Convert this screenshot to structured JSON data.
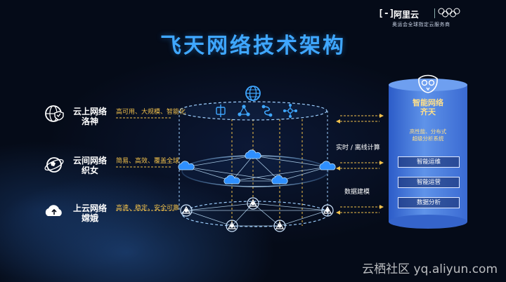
{
  "logo": {
    "name": "阿里云",
    "subtitle": "奥运会全球指定云服务商"
  },
  "title": "飞天网络技术架构",
  "layers": [
    {
      "name": "云上网络\n洛神",
      "features": "高可用、大规模、智能化"
    },
    {
      "name": "云间网络\n织女",
      "features": "简易、高效、覆盖全球"
    },
    {
      "name": "上云网络\n嫦娥",
      "features": "高速、稳定、安全可靠"
    }
  ],
  "connectors": {
    "realtime": "实时 / 离线计算",
    "modeling": "数据建模"
  },
  "smart_network": {
    "title": "智能网络\n齐天",
    "description": "高性能、分布式\n超级分析系统",
    "modules": [
      "智能运维",
      "智能运营",
      "数据分析"
    ]
  },
  "watermark": "云栖社区 yq.aliyun.com",
  "colors": {
    "accent_blue": "#3fa7ff",
    "gold": "#f2c14b",
    "dashed_ring": "#9fd0ff"
  }
}
